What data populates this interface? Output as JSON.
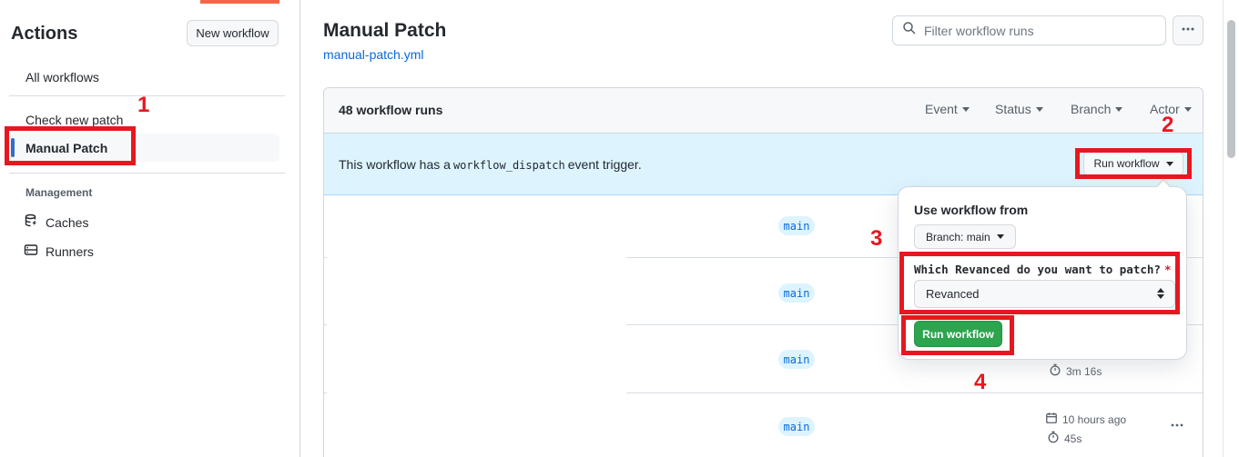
{
  "sidebar": {
    "title": "Actions",
    "new_workflow_button": "New workflow",
    "items": [
      {
        "label": "All workflows",
        "selected": false
      },
      {
        "label": "Check new patch",
        "selected": false
      },
      {
        "label": "Manual Patch",
        "selected": true
      }
    ],
    "management": {
      "label": "Management",
      "items": [
        {
          "label": "Caches",
          "icon": "database-icon"
        },
        {
          "label": "Runners",
          "icon": "server-icon"
        }
      ]
    }
  },
  "header": {
    "title": "Manual Patch",
    "file_link": "manual-patch.yml",
    "filter_placeholder": "Filter workflow runs"
  },
  "runs_panel": {
    "count_label": "48 workflow runs",
    "filters": [
      {
        "label": "Event"
      },
      {
        "label": "Status"
      },
      {
        "label": "Branch"
      },
      {
        "label": "Actor"
      }
    ],
    "banner": {
      "text_before": "This workflow has a",
      "code": "workflow_dispatch",
      "text_after": "event trigger.",
      "run_workflow_button": "Run workflow"
    },
    "rows": [
      {
        "branch": "main"
      },
      {
        "branch": "main"
      },
      {
        "branch": "main",
        "duration": "3m 16s"
      },
      {
        "branch": "main",
        "time": "10 hours ago",
        "duration": "45s"
      }
    ]
  },
  "popover": {
    "title": "Use workflow from",
    "branch_button": "Branch: main",
    "input_label": "Which Revanced do you want to patch?",
    "required_marker": "*",
    "select_value": "Revanced",
    "run_button": "Run workflow"
  },
  "annotations": {
    "step1": "1",
    "step2": "2",
    "step3": "3",
    "step4": "4"
  },
  "icons": {
    "search": "search-icon",
    "kebab": "kebab-horizontal-icon",
    "caret": "triangle-down-icon",
    "stopwatch": "stopwatch-icon",
    "calendar": "calendar-icon",
    "select_arrows": "arrow-up-down-icon",
    "caches": "database-icon",
    "runners": "server-icon"
  },
  "colors": {
    "annotation_red": "#e8171f",
    "banner_blue": "#ddf4ff",
    "accent_blue": "#0969da",
    "success_green": "#2da44e",
    "selected_indicator_blue": "#316dca",
    "top_bar_orange": "#f4664a",
    "header_gray": "#f6f8fa",
    "border_gray": "#d0d7de"
  }
}
